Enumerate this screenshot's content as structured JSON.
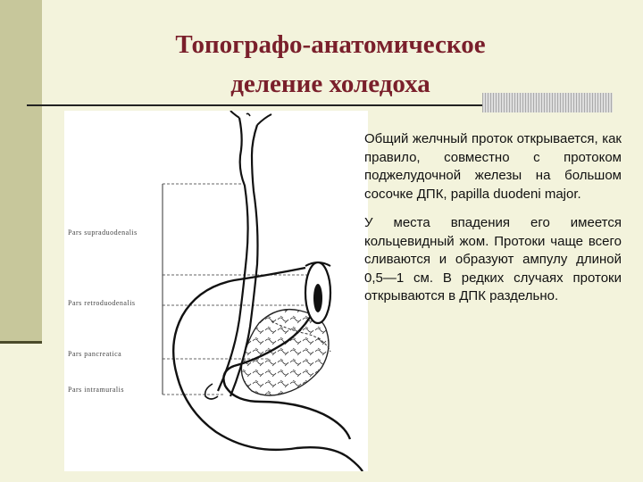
{
  "slide": {
    "title_line1": "Топографо-анатомическое",
    "title_line2": "деление холедоха",
    "paragraph1": "Общий желчный проток открывается, как правило, совместно с протоком поджелудочной железы на большом сосочке ДПК, papilla duodeni major.",
    "paragraph2": "У места впадения его имеется кольцевидный жом. Протоки чаще всего сливаются и образуют ампулу длиной 0,5—1 см. В редких случаях протоки открываются в ДПК раздельно."
  },
  "figure": {
    "labels": [
      "Pars supraduodenalis",
      "Pars retroduodenalis",
      "Pars pancreatica",
      "Pars intramuralis"
    ]
  },
  "colors": {
    "title": "#7a1f2b",
    "background": "#f3f3dc",
    "sidebar": "#c7c79b"
  }
}
